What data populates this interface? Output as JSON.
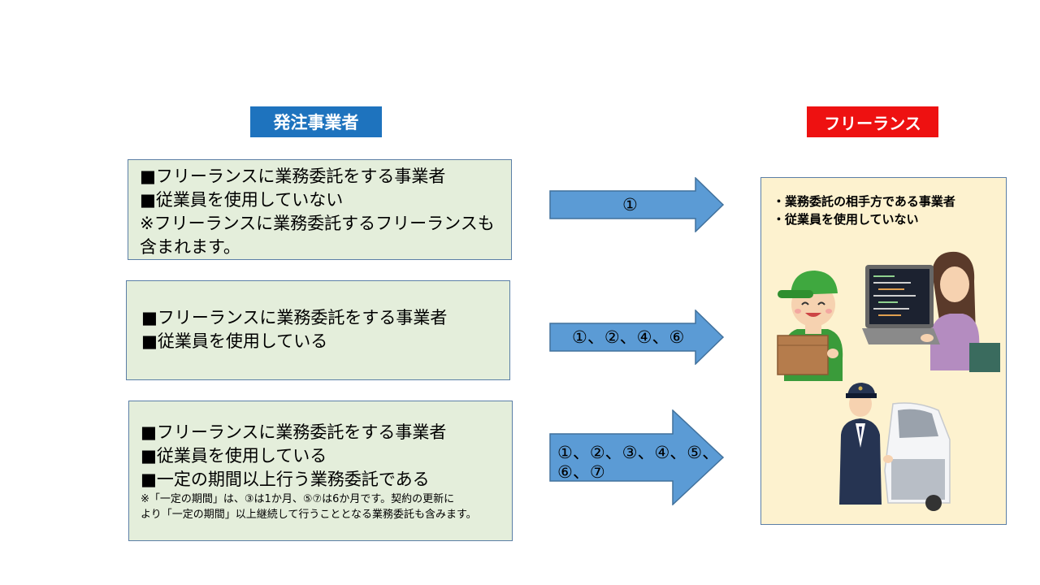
{
  "headers": {
    "client": "発注事業者",
    "freelance": "フリーランス"
  },
  "conditions": [
    {
      "lines": [
        "■フリーランスに業務委託をする事業者",
        "■従業員を使用していない",
        "※フリーランスに業務委託するフリーランスも",
        "含まれます。"
      ],
      "note": [],
      "arrow_label": "①"
    },
    {
      "lines": [
        "■フリーランスに業務委託をする事業者",
        "■従業員を使用している"
      ],
      "note": [],
      "arrow_label": "①、②、④、⑥"
    },
    {
      "lines": [
        "■フリーランスに業務委託をする事業者",
        "■従業員を使用している",
        "■一定の期間以上行う業務委託である"
      ],
      "note": [
        "※「一定の期間」は、③は1か月、⑤⑦は6か月です。契約の更新に",
        "より「一定の期間」以上継続して行うこととなる業務委託も含みます。"
      ],
      "arrow_label": "①、②、③、④、⑤、",
      "arrow_label_2": "⑥、⑦"
    }
  ],
  "freelance": {
    "lines": [
      "・業務委託の相手方である事業者",
      "・従業員を使用していない"
    ]
  },
  "colors": {
    "client_header": "#1e73be",
    "freelance_header": "#ee1111",
    "condition_fill": "#e4eedb",
    "arrow_fill": "#5b9bd5",
    "panel_fill": "#fdf2cf"
  }
}
